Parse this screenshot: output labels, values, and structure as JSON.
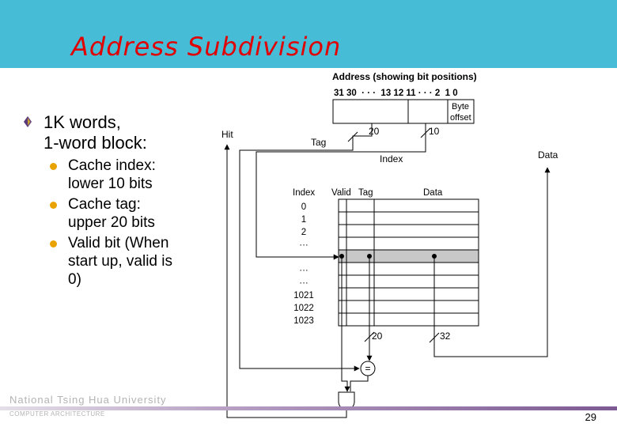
{
  "slide": {
    "title": "Address Subdivision",
    "page_number": "29",
    "footer_university": "National Tsing Hua University",
    "footer_dept": "COMPUTER ARCHITECTURE"
  },
  "bullets": {
    "main": [
      "1K words,",
      "1-word block:"
    ],
    "sub": [
      [
        "Cache index:",
        "lower 10 bits"
      ],
      [
        "Cache tag:",
        "upper 20 bits"
      ],
      [
        "Valid bit (When",
        "start up, valid is",
        "0)"
      ]
    ]
  },
  "diagram": {
    "address_label": "Address (showing bit positions)",
    "bit_positions": "31 30  · · ·  13 12 11 · · · 2  1 0",
    "byte_offset": [
      "Byte",
      "offset"
    ],
    "hit": "Hit",
    "tag": "Tag",
    "index": "Index",
    "data": "Data",
    "tag_width": "20",
    "index_width": "10",
    "col_index": "Index",
    "col_valid": "Valid",
    "col_tag": "Tag",
    "col_data": "Data",
    "rows": [
      "0",
      "1",
      "2",
      "···",
      "",
      "···",
      "···",
      "1021",
      "1022",
      "1023"
    ],
    "tag_bits_out": "20",
    "data_bits_out": "32",
    "comparator": "="
  }
}
